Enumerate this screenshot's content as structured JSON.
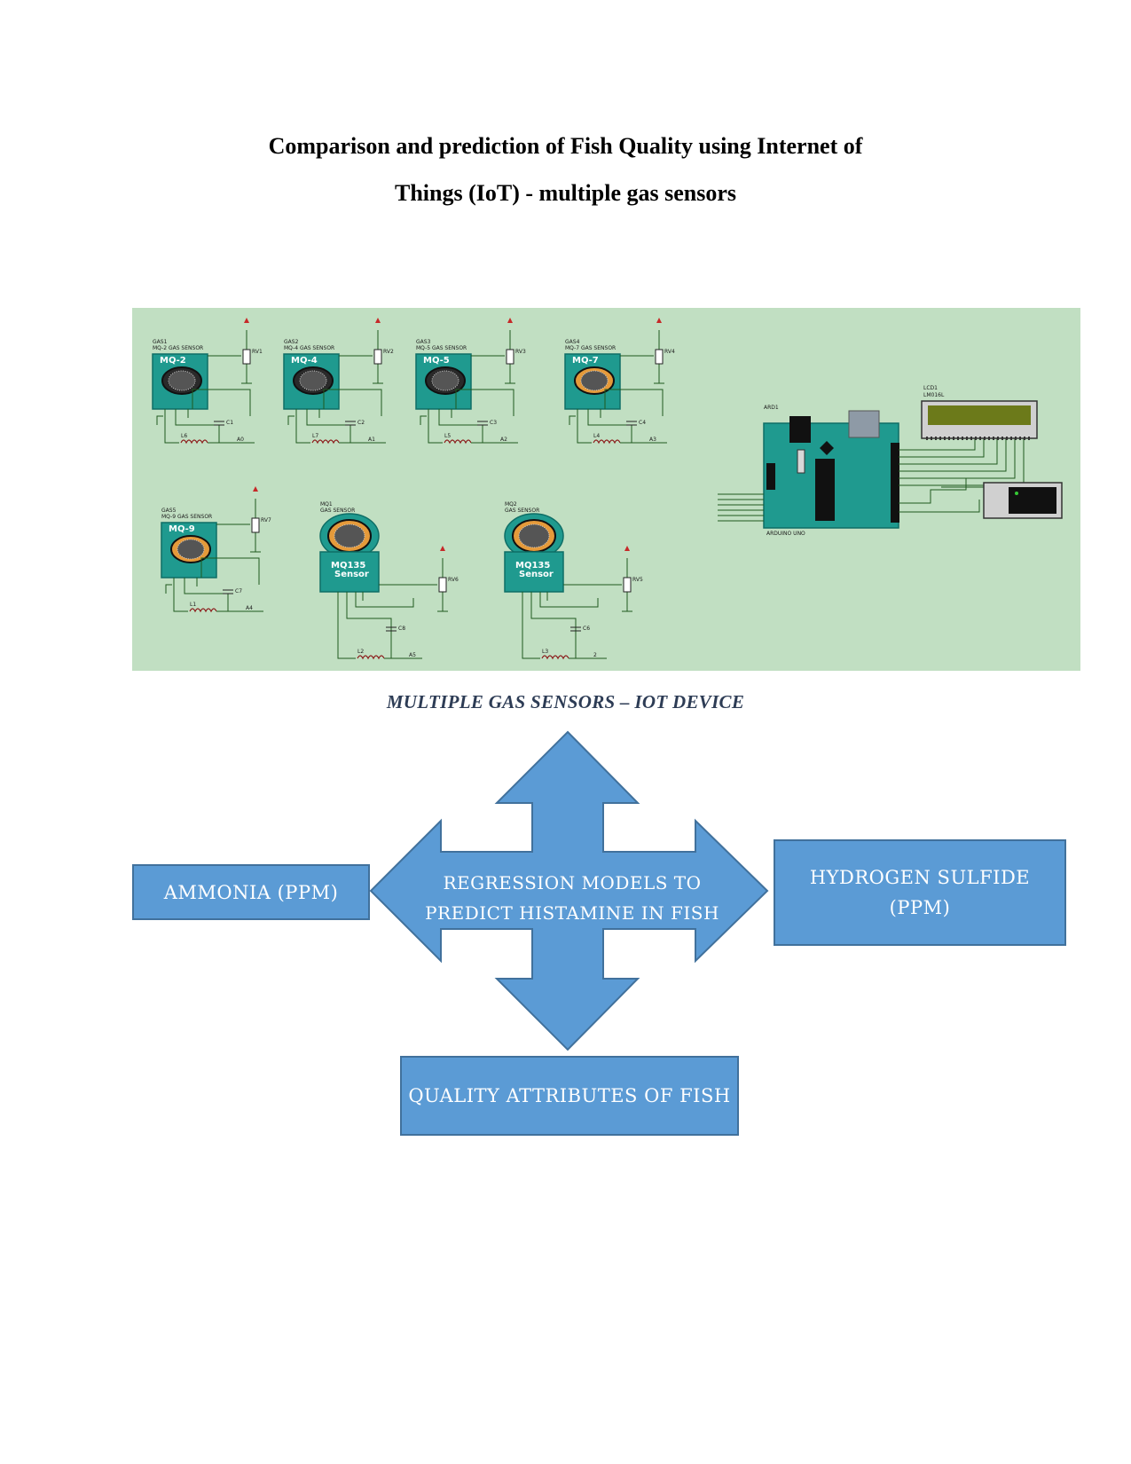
{
  "document": {
    "title_line1": "Comparison and prediction of Fish Quality using Internet of",
    "title_line2": "Things (IoT) - multiple gas sensors"
  },
  "circuit": {
    "sensors": [
      {
        "ref": "GAS1",
        "desc": "MQ-2 GAS SENSOR",
        "model": "MQ-2",
        "pot": "RV1",
        "cap": "C1",
        "ind": "L6",
        "net": "A0"
      },
      {
        "ref": "GAS2",
        "desc": "MQ-4 GAS SENSOR",
        "model": "MQ-4",
        "pot": "RV2",
        "cap": "C2",
        "ind": "L7",
        "net": "A1"
      },
      {
        "ref": "GAS3",
        "desc": "MQ-5 GAS SENSOR",
        "model": "MQ-5",
        "pot": "RV3",
        "cap": "C3",
        "ind": "L5",
        "net": "A2"
      },
      {
        "ref": "GAS4",
        "desc": "MQ-7 GAS SENSOR",
        "model": "MQ-7",
        "pot": "RV4",
        "cap": "C4",
        "ind": "L4",
        "net": "A3"
      },
      {
        "ref": "GAS5",
        "desc": "MQ-9 GAS SENSOR",
        "model": "MQ-9",
        "pot": "RV7",
        "cap": "C7",
        "ind": "L1",
        "net": "A4"
      }
    ],
    "mq135": [
      {
        "ref": "MQ1",
        "desc": "GAS SENSOR",
        "model": "MQ135",
        "sub": "Sensor",
        "pot": "RV6",
        "cap": "C8",
        "ind": "L2",
        "net": "A5"
      },
      {
        "ref": "MQ2",
        "desc": "GAS SENSOR",
        "model": "MQ135",
        "sub": "Sensor",
        "pot": "RV5",
        "cap": "C6",
        "ind": "L3",
        "net": "2"
      }
    ],
    "arduino_ref": "ARD1",
    "arduino_label": "ARDUINO UNO",
    "lcd_ref": "LCD1",
    "lcd_model": "LM016L"
  },
  "caption": "MULTIPLE GAS SENSORS – IOT DEVICE",
  "flow": {
    "center": [
      "REGRESSION MODELS TO",
      "PREDICT HISTAMINE IN FISH"
    ],
    "left": "AMMONIA (PPM)",
    "right": "HYDROGEN SULFIDE (PPM)",
    "bottom": "QUALITY ATTRIBUTES OF FISH",
    "colors": {
      "fill": "#5b9bd5",
      "border": "#41719c",
      "text": "#ffffff"
    }
  }
}
